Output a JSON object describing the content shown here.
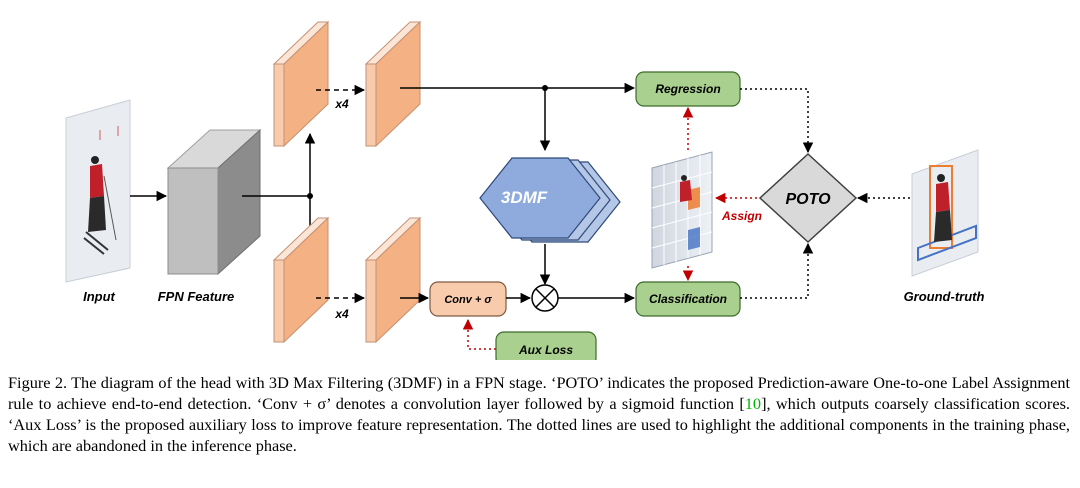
{
  "labels": {
    "input": "Input",
    "fpn_feature": "FPN Feature",
    "x4_top": "x4",
    "x4_bottom": "x4",
    "regression": "Regression",
    "classification": "Classification",
    "conv": "Conv + σ",
    "aux_loss": "Aux Loss",
    "dmf": "3DMF",
    "poto": "POTO",
    "assign": "Assign",
    "ground_truth": "Ground-truth"
  },
  "caption": {
    "part1": "Figure 2. The diagram of the head with 3D Max Filtering (3DMF) in a FPN stage. ‘POTO’ indicates the proposed Prediction-aware One-to-one Label Assignment rule to achieve end-to-end detection. ‘Conv + σ’ denotes a convolution layer followed by a sigmoid function [",
    "ref": "10",
    "part2": "], which outputs coarsely classification scores. ‘Aux Loss’ is the proposed auxiliary loss to improve feature representation. The dotted lines are used to highlight the additional components in the training phase, which are abandoned in the inference phase."
  },
  "colors": {
    "feature_fill": "#f4b183",
    "box_green": "#a9d08e",
    "box_orange": "#f8cbad",
    "hex_blue": "#b4c7e7",
    "assign_red": "#c00000"
  }
}
